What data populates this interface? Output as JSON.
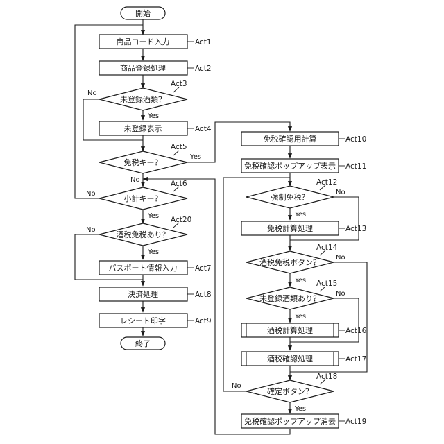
{
  "nodes": {
    "start": {
      "label": "開始"
    },
    "act1": {
      "label": "商品コード入力",
      "act": "Act1"
    },
    "act2": {
      "label": "商品登録処理",
      "act": "Act2"
    },
    "act3": {
      "label": "未登録酒類？",
      "act": "Act3"
    },
    "act4": {
      "label": "未登録表示",
      "act": "Act4"
    },
    "act5": {
      "label": "免税キー？",
      "act": "Act5"
    },
    "act6": {
      "label": "小計キー？",
      "act": "Act6"
    },
    "act20": {
      "label": "酒税免税あり？",
      "act": "Act20"
    },
    "act7": {
      "label": "パスポート情報入力",
      "act": "Act7"
    },
    "act8": {
      "label": "決済処理",
      "act": "Act8"
    },
    "act9": {
      "label": "レシート印字",
      "act": "Act9"
    },
    "end": {
      "label": "終了"
    },
    "act10": {
      "label": "免税確認用計算",
      "act": "Act10"
    },
    "act11": {
      "label": "免税確認ポップアップ表示",
      "act": "Act11"
    },
    "act12": {
      "label": "強制免税？",
      "act": "Act12"
    },
    "act13": {
      "label": "免税計算処理",
      "act": "Act13"
    },
    "act14": {
      "label": "酒税免税ボタン？",
      "act": "Act14"
    },
    "act15": {
      "label": "未登録酒類あり？",
      "act": "Act15"
    },
    "act16": {
      "label": "酒税計算処理",
      "act": "Act16"
    },
    "act17": {
      "label": "酒税確認処理",
      "act": "Act17"
    },
    "act18": {
      "label": "確定ボタン？",
      "act": "Act18"
    },
    "act19": {
      "label": "免税確認ポップアップ消去",
      "act": "Act19"
    }
  },
  "edges": {
    "act3_no": "No",
    "act3_yes": "Yes",
    "act5_yes": "Yes",
    "act5_no": "No",
    "act6_no": "No",
    "act6_yes": "Yes",
    "act20_no": "No",
    "act20_yes": "Yes",
    "act12_no": "No",
    "act12_yes": "Yes",
    "act14_no": "No",
    "act14_yes": "Yes",
    "act15_no": "No",
    "act15_yes": "Yes",
    "act18_no": "No",
    "act18_yes": "Yes"
  }
}
